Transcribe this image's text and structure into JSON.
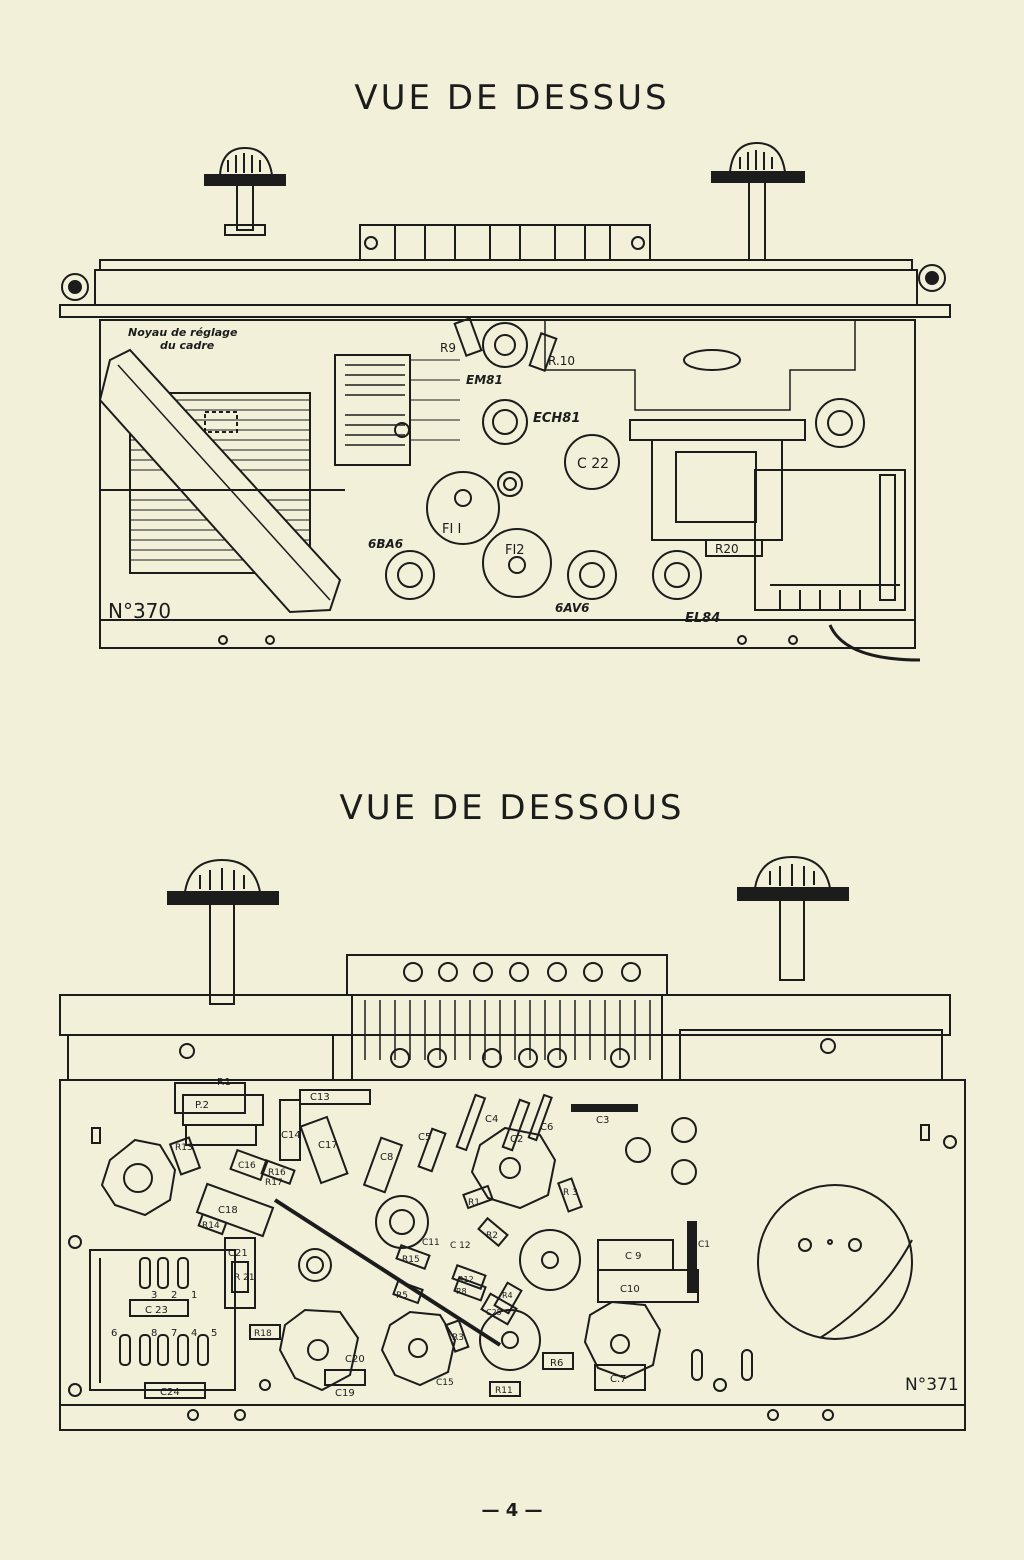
{
  "top_view": {
    "title": "VUE DE DESSUS",
    "figure_number": "N°370",
    "annotation_l1": "Noyau de réglage",
    "annotation_l2": "du cadre",
    "labels": {
      "r9": "R9",
      "r10": "R.10",
      "em81": "EM81",
      "ech81": "ECH81",
      "c22": "C 22",
      "fi1": "FI I",
      "fi2": "FI2",
      "6ba6": "6BA6",
      "6av6": "6AV6",
      "el84": "EL84",
      "r20": "R20"
    }
  },
  "bottom_view": {
    "title": "VUE DE DESSOUS",
    "figure_number": "N°371",
    "labels": {
      "p1": "P.1",
      "p2": "P.2",
      "c13": "C13",
      "c14": "C14",
      "c17": "C17",
      "c8": "C8",
      "c5": "C5",
      "c4": "C4",
      "c2": "C2",
      "c6": "C6",
      "c3": "C3",
      "r13": "R13",
      "c16": "C16",
      "r16": "R16",
      "r17": "R17",
      "c18": "C18",
      "r14": "R14",
      "c21": "C21",
      "r21": "R 21",
      "c23": "C 23",
      "r18": "R18",
      "c24": "C24",
      "c19": "C19",
      "c20": "C20",
      "r1": "R1",
      "r2": "R2",
      "r3": "R3",
      "c11": "C11",
      "c12": "C 12",
      "r15": "R15",
      "r8": "R8",
      "r12": "R12",
      "r4": "R4",
      "c25": "C25",
      "r5": "R5",
      "c15": "C15",
      "r11": "R11",
      "r6": "R6",
      "c7": "C.7",
      "c9": "C 9",
      "c10": "C10",
      "c1": "C1",
      "r3b": "R 3",
      "switch_nums": [
        "3",
        "2",
        "1",
        "6",
        "8",
        "7",
        "4",
        "5"
      ]
    }
  },
  "page_number": "— 4 —"
}
